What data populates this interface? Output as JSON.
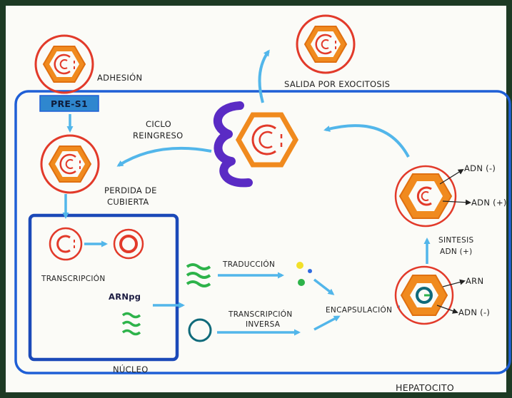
{
  "labels": {
    "adhesion": "ADHESIÓN",
    "salida": "SALIDA POR EXOCITOSIS",
    "pre_s1": "PRE-S1",
    "ciclo_line1": "CICLO",
    "ciclo_line2": "REINGRESO",
    "perdida_line1": "PERDIDA DE",
    "perdida_line2": "CUBIERTA",
    "transcripcion": "TRANSCRIPCIÓN",
    "arn_pg": "ARNpg",
    "traduccion": "TRADUCCIÓN",
    "transcripcion_inversa_line1": "TRANSCRIPCIÓN",
    "transcripcion_inversa_line2": "INVERSA",
    "encapsulacion": "ENCAPSULACIÓN",
    "sintesis_line1": "SINTESIS",
    "sintesis_line2": "ADN (+)",
    "adn_minus_top": "ADN (-)",
    "adn_plus_top": "ADN (+)",
    "arn_bottom": "ARN",
    "adn_minus_bottom": "ADN (-)",
    "nucleo": "NÚCLEO",
    "hepatocito": "HEPATOCITO"
  },
  "colors": {
    "cell_membrane": "#1f5fd6",
    "nucleus": "#1b49b8",
    "arrow": "#52b6ea",
    "virus_ring": "#e23a2a",
    "capsid": "#f08a1e",
    "dna": "#e23a2a",
    "protein_purple": "#5a2bc4",
    "mrna": "#2db34a",
    "cccdna": "#0f6a7a"
  },
  "icons": [
    "virion-icon",
    "capsid-icon",
    "cccdna-icon",
    "mrna-icon",
    "protein-dots-icon",
    "receptor-icon"
  ]
}
